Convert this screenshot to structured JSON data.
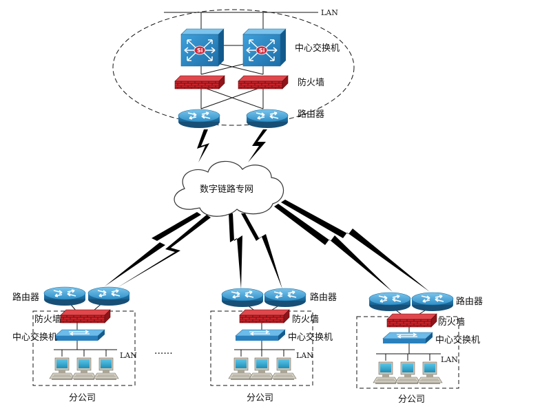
{
  "hq": {
    "lan_label": "LAN",
    "core_switch_label": "中心交换机",
    "firewall_label": "防火墙",
    "router_label": "路由器",
    "switch_badge": "Si"
  },
  "wan": {
    "cloud_label": "数字链路专网"
  },
  "branches": [
    {
      "router_label": "路由器",
      "firewall_label": "防火墙",
      "switch_label": "中心交换机",
      "lan_label": "LAN",
      "branch_label": "分公司"
    },
    {
      "router_label": "路由器",
      "firewall_label": "防火墙",
      "switch_label": "中心交换机",
      "lan_label": "LAN",
      "branch_label": "分公司"
    },
    {
      "router_label": "路由器",
      "firewall_label": "防火墙",
      "switch_label": "中心交换机",
      "lan_label": "LAN",
      "branch_label": "分公司"
    }
  ],
  "ellipsis": "......",
  "colors": {
    "switch_blue": "#2b86c6",
    "router_blue": "#4aa6d8",
    "firewall_red": "#c8242a",
    "pc_blue": "#35a6d0",
    "line": "#111111"
  }
}
